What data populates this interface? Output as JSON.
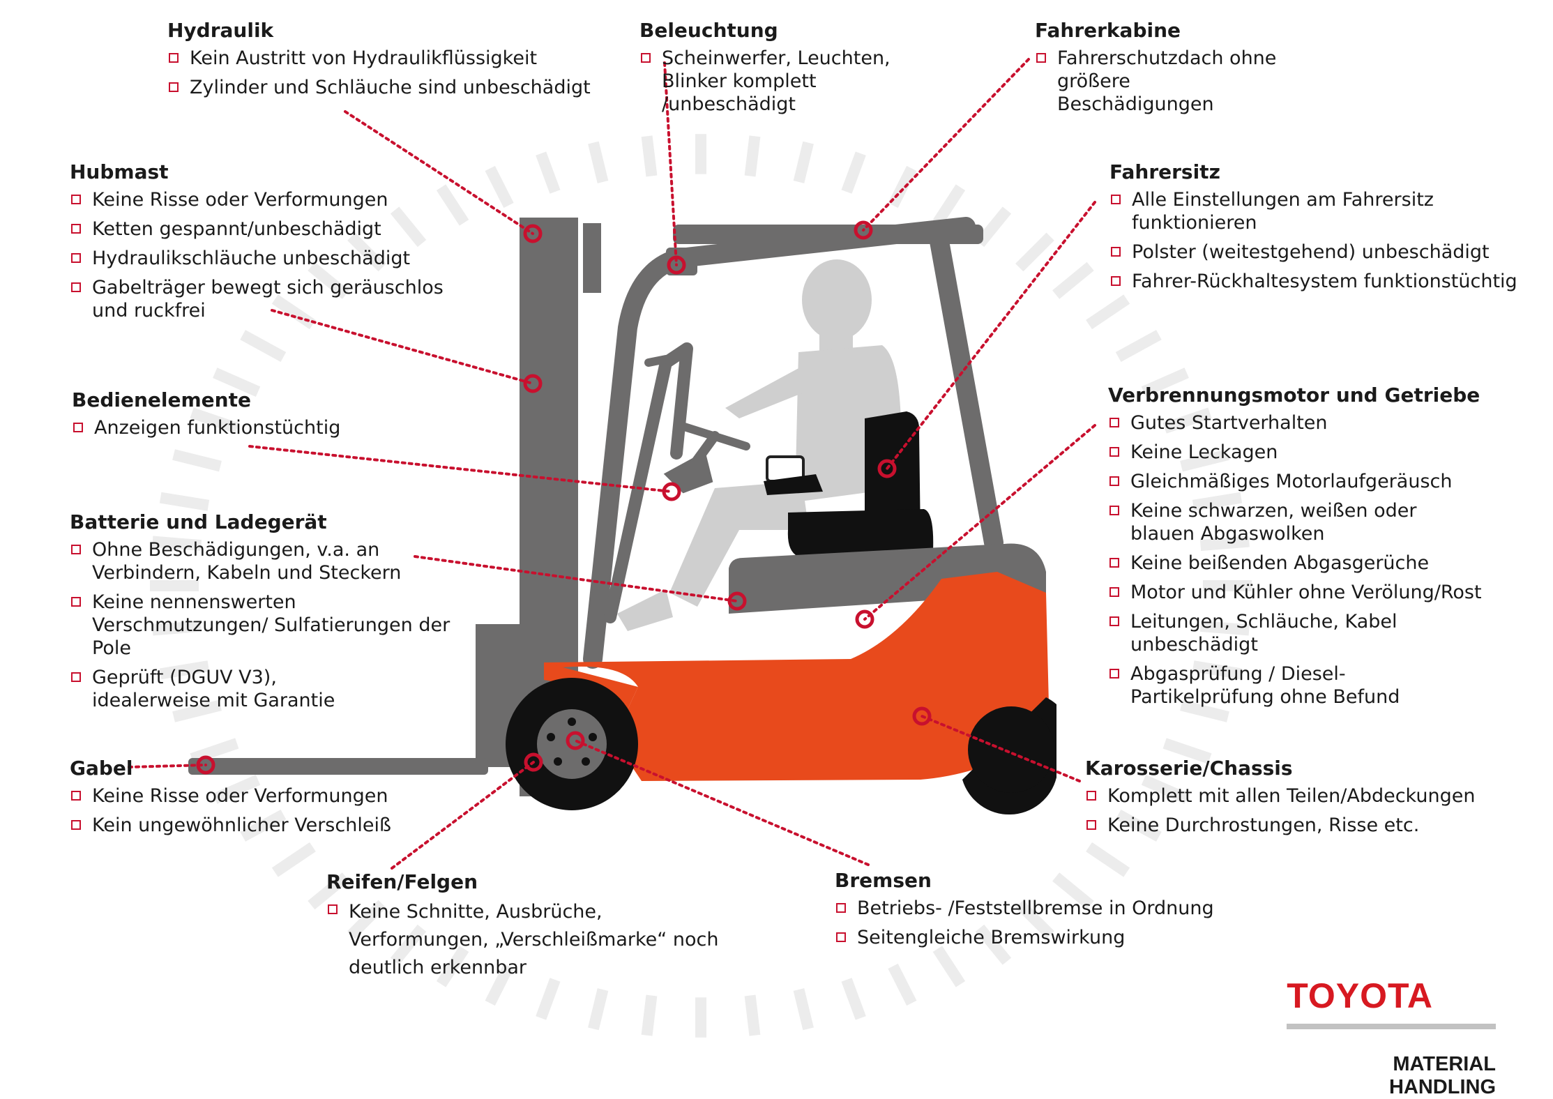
{
  "colors": {
    "accent": "#c8102e",
    "truck_body": "#e84a1c",
    "frame": "#6d6c6c",
    "seat": "#111111",
    "driver": "#cfcfcf"
  },
  "groups": {
    "hydraulik": {
      "title": "Hydraulik",
      "items": [
        "Kein Austritt von Hydraulikflüssigkeit",
        "Zylinder und Schläuche sind unbeschädigt"
      ]
    },
    "beleuchtung": {
      "title": "Beleuchtung",
      "items": [
        "Scheinwerfer, Leuchten, Blinker komplett /unbeschädigt"
      ]
    },
    "fahrerkabine": {
      "title": "Fahrerkabine",
      "items": [
        "Fahrerschutzdach ohne größere Beschädigungen"
      ]
    },
    "hubmast": {
      "title": "Hubmast",
      "items": [
        "Keine Risse oder Verformungen",
        "Ketten gespannt/unbeschädigt",
        "Hydraulikschläuche unbeschädigt",
        "Gabelträger bewegt sich geräuschlos und ruckfrei"
      ]
    },
    "fahrersitz": {
      "title": "Fahrersitz",
      "items": [
        "Alle Einstellungen am Fahrersitz funktionieren",
        "Polster (weitestgehend) unbeschädigt",
        "Fahrer-Rückhaltesystem funktionstüchtig"
      ]
    },
    "bedienelemente": {
      "title": "Bedienelemente",
      "items": [
        "Anzeigen funktionstüchtig"
      ]
    },
    "motor": {
      "title": "Verbrennungsmotor und Getriebe",
      "items": [
        "Gutes Startverhalten",
        "Keine Leckagen",
        "Gleichmäßiges Motorlaufgeräusch",
        "Keine schwarzen, weißen oder blauen Abgaswolken",
        "Keine beißenden Abgasgerüche",
        "Motor und Kühler ohne Verölung/Rost",
        "Leitungen, Schläuche, Kabel unbeschädigt",
        "Abgasprüfung / Diesel-Partikelprüfung ohne Befund"
      ]
    },
    "batterie": {
      "title": "Batterie und Ladegerät",
      "items": [
        "Ohne Beschädigungen, v.a. an Verbindern, Kabeln und Steckern",
        "Keine nennenswerten Verschmutzungen/ Sulfatierungen der Pole",
        "Geprüft (DGUV V3), idealerweise mit Garantie"
      ]
    },
    "gabel": {
      "title": "Gabel",
      "items": [
        "Keine Risse oder Verformungen",
        "Kein ungewöhnlicher Verschleiß"
      ]
    },
    "karosserie": {
      "title": "Karosserie/Chassis",
      "items": [
        "Komplett mit allen Teilen/Abdeckungen",
        "Keine Durchrostungen, Risse etc."
      ]
    },
    "reifen": {
      "title": "Reifen/Felgen",
      "items": [
        "Keine Schnitte, Ausbrüche, Verformungen, „Verschleißmarke“ noch deutlich erkennbar"
      ]
    },
    "bremsen": {
      "title": "Bremsen",
      "items": [
        "Betriebs- /Feststellbremse in Ordnung",
        "Seitengleiche Bremswirkung"
      ]
    }
  },
  "logo": {
    "brand": "TOYOTA",
    "subtitle": "MATERIAL HANDLING"
  }
}
